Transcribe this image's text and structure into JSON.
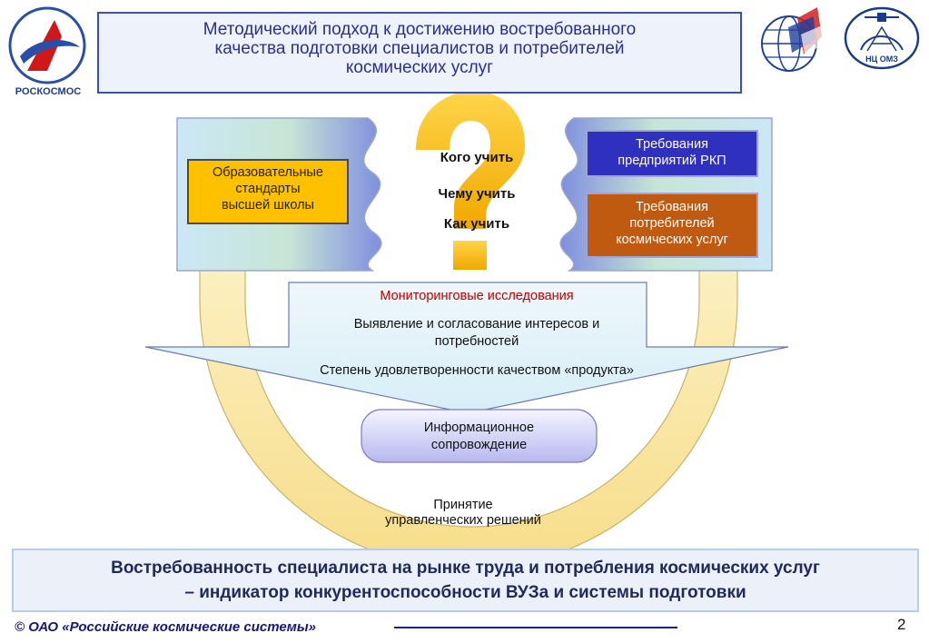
{
  "header": {
    "title_line1": "Методический подход к достижению востребованного",
    "title_line2": "качества подготовки специалистов и потребителей",
    "title_line3": "космических услуг"
  },
  "logos": {
    "roscosmos_label": "РОСКОСМОС",
    "omz_label": "НЦ ОМЗ"
  },
  "questions": {
    "q1": "Кого учить",
    "q2": "Чему учить",
    "q3": "Как учить",
    "mark": "?"
  },
  "left_panel": {
    "line1": "Образовательные",
    "line2": "стандарты",
    "line3": "высшей школы"
  },
  "right_panel": {
    "rkp_line1": "Требования",
    "rkp_line2": "предприятий РКП",
    "cons_line1": "Требования",
    "cons_line2": "потребителей",
    "cons_line3": "космических услуг"
  },
  "monitoring": {
    "title": "Мониторинговые исследования",
    "line1a": "Выявление и согласование интересов и",
    "line1b": "потребностей",
    "line2": "Степень удовлетворенности качеством «продукта»"
  },
  "info": {
    "line1": "Информационное",
    "line2": "сопровождение"
  },
  "decision": {
    "line1": "Принятие",
    "line2": "управленческих решений"
  },
  "bottom": {
    "line1": "Востребованность специалиста на рынке труда и потребления космических услуг",
    "line2": "–  индикатор конкурентоспособности ВУЗа и системы подготовки"
  },
  "footer": {
    "copyright": "©  ОАО «Российские космические системы»",
    "page": "2"
  },
  "colors": {
    "title_border": "#3a4fbf",
    "ring": "#fbeab0",
    "question_mark": "#f5b400",
    "edu_box": "#ffc000",
    "rkp_box": "#2f30c0",
    "cons_box": "#c05a10",
    "monitoring_title": "#c00000",
    "footer_text": "#16167a"
  }
}
